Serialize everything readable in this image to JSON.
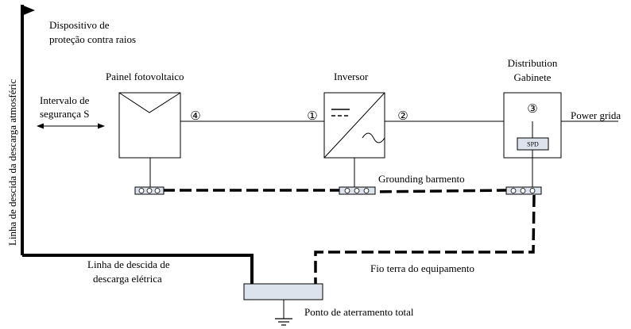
{
  "labels": {
    "spd_device": [
      "Dispositivo de",
      "proteção contra raios"
    ],
    "vertical_downline": "Linha de descida da descarga atmosféric",
    "pv_panel": "Painel fotovoltaico",
    "safety_interval": [
      "Intervalo de",
      "segurança S"
    ],
    "inverter": "Inversor",
    "distribution": [
      "Distribution",
      "Gabinete"
    ],
    "power_grid": "Power grida",
    "spd_box": "SPD",
    "grounding_bar": "Grounding barmento",
    "down_conductor": [
      "Linha de descida de",
      "descarga elétrica"
    ],
    "equipment_ground": "Fio terra do equipamento",
    "total_ground": "Ponto de aterramento total"
  },
  "markers": {
    "m1": "①",
    "m2": "②",
    "m3": "③",
    "m4": "④"
  }
}
